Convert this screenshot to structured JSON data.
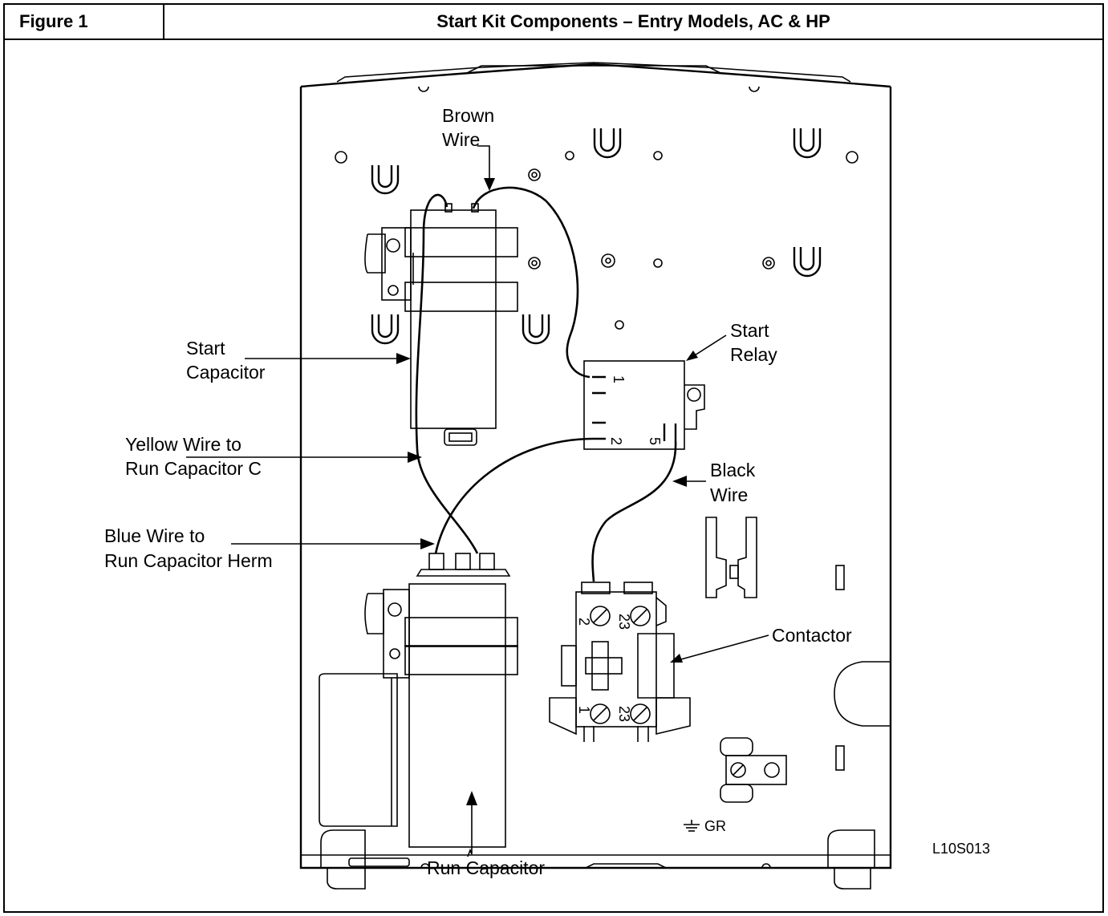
{
  "figure": {
    "number": "Figure 1",
    "title": "Start Kit Components – Entry Models, AC & HP"
  },
  "labels": {
    "brown_wire_1": "Brown",
    "brown_wire_2": "Wire",
    "start_relay_1": "Start",
    "start_relay_2": "Relay",
    "start_capacitor_1": "Start",
    "start_capacitor_2": "Capacitor",
    "yellow_wire_1": "Yellow Wire to",
    "yellow_wire_2": "Run Capacitor C",
    "black_wire_1": "Black",
    "black_wire_2": "Wire",
    "blue_wire_1": "Blue Wire to",
    "blue_wire_2": "Run Capacitor Herm",
    "contactor": "Contactor",
    "run_capacitor": "Run Capacitor",
    "drawing_id": "L10S013",
    "ground_mark": "GR",
    "relay_terminal_1": "1",
    "relay_terminal_2": "2",
    "relay_terminal_5": "5",
    "contactor_t1": "1",
    "contactor_t2": "2",
    "contactor_t3": "23",
    "contactor_t4": "23"
  }
}
